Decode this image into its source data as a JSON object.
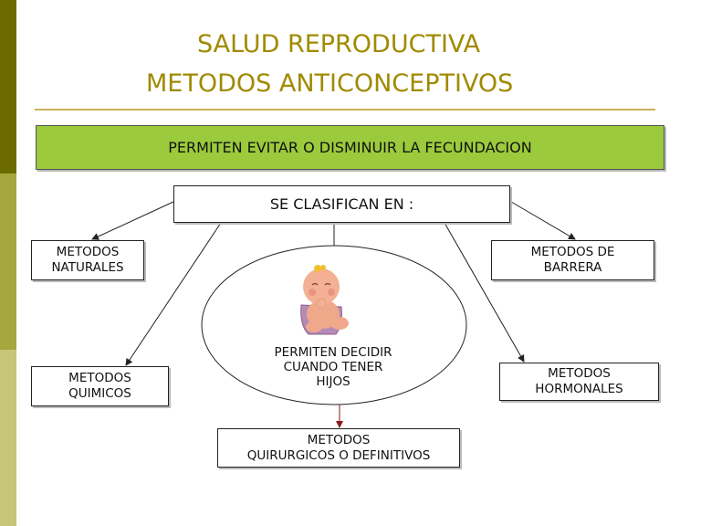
{
  "colors": {
    "sidebar_dark": "#6b6b00",
    "sidebar_mid": "#a7a73f",
    "sidebar_light": "#c6c679",
    "title": "#a08a00",
    "definition_fill": "#9bcb3c"
  },
  "title": {
    "line1": "SALUD REPRODUCTIVA",
    "line2": "METODOS ANTICONCEPTIVOS"
  },
  "definition": "PERMITEN EVITAR O DISMINUIR LA FECUNDACION",
  "classify": "SE CLASIFICAN EN :",
  "methods": {
    "natural": "METODOS\nNATURALES",
    "barrier": "METODOS DE\nBARRERA",
    "chemical": "METODOS\nQUIMICOS",
    "hormonal": "METODOS\nHORMONALES",
    "surgical": "METODOS\nQUIRURGICOS O DEFINITIVOS"
  },
  "center_text": "PERMITEN DECIDIR\nCUANDO TENER\nHIJOS",
  "illustration": "baby-illustration"
}
